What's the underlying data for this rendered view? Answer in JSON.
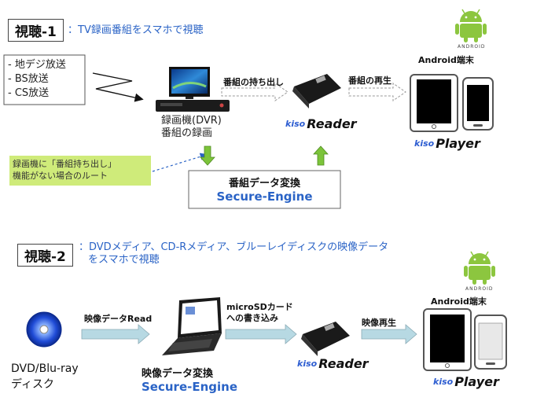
{
  "section1": {
    "title": "視聴-1",
    "description": "：TV録画番組をスマホで視聴",
    "broadcasts": [
      "- 地デジ放送",
      "- BS放送",
      "- CS放送"
    ],
    "recorder_label_1": "録画機(DVR)",
    "recorder_label_2": "番組の録画",
    "arrow_takeout": "番組の持ち出し",
    "arrow_playback": "番組の再生",
    "android_terminal": "Android端末",
    "note_line1": "録画機に「番組持ち出し」",
    "note_line2": "機能がない場合のルート",
    "convert_title": "番組データ変換",
    "convert_engine": "Secure-Engine",
    "reader_brand_k": "kiso",
    "reader_brand_name": "Reader",
    "player_brand_k": "kiso",
    "player_brand_name": "Player",
    "android_logo_text": "ANDROID"
  },
  "section2": {
    "title": "視聴-2",
    "description_line1": "：DVDメディア、CD-Rメディア、ブルーレイディスクの映像データ",
    "description_line2": "をスマホで視聴",
    "disc_label_1": "DVD/Blu-ray",
    "disc_label_2": "ディスク",
    "arrow_read": "映像データRead",
    "arrow_write_1": "microSDカード",
    "arrow_write_2": "への書き込み",
    "arrow_playback": "映像再生",
    "android_terminal": "Android端末",
    "convert_title": "映像データ変換",
    "convert_engine": "Secure-Engine",
    "reader_brand_k": "kiso",
    "reader_brand_name": "Reader",
    "player_brand_k": "kiso",
    "player_brand_name": "Player",
    "android_logo_text": "ANDROID"
  },
  "colors": {
    "accent_blue": "#2a63c6",
    "arrow_fill": "#b7d9e3",
    "green_arrow": "#7cc43a",
    "note_fill": "#cfeb7a",
    "android_green": "#8cc63f"
  }
}
